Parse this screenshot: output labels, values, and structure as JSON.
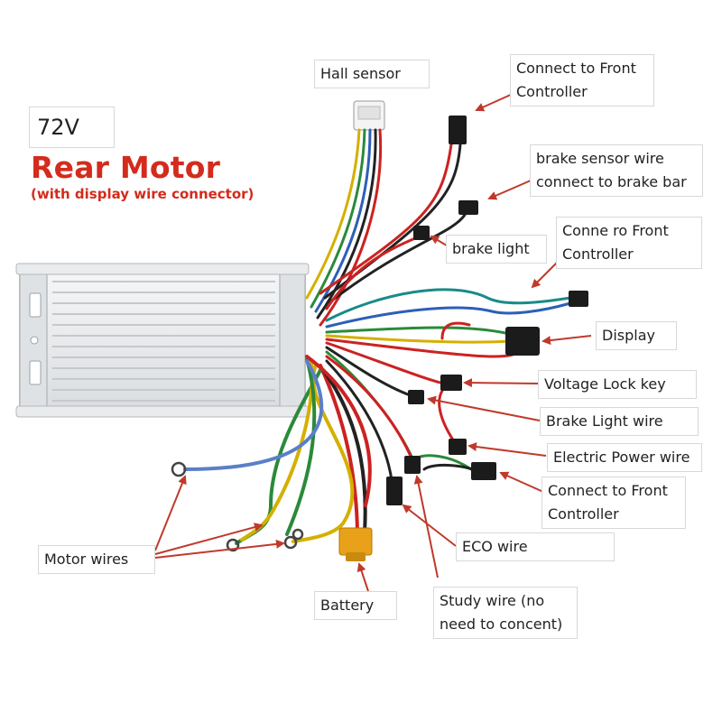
{
  "header": {
    "voltage": "72V",
    "title": "Rear Motor",
    "subtitle": "(with display wire connector)"
  },
  "labels": {
    "hall_sensor": "Hall sensor",
    "connect_front_1": [
      "Connect to Front",
      "Controller"
    ],
    "brake_sensor": [
      "brake sensor wire",
      " connect to brake bar"
    ],
    "brake_light": "brake light",
    "connect_front_2": [
      "Conne     ro Front",
      "Controller"
    ],
    "display": "Display",
    "voltage_lock": "Voltage Lock key",
    "brake_light_wire": "Brake Light wire",
    "electric_power": "Electric Power wire",
    "connect_front_3": [
      "Connect to Front",
      "Controller"
    ],
    "eco_wire": "ECO wire",
    "motor_wires": "Motor wires",
    "battery": "Battery",
    "study_wire": [
      "Study wire (no",
      "need to concent)"
    ]
  },
  "colors": {
    "accent_red": "#d42b1c",
    "arrow": "#c0392b",
    "housing": "#e4e6e8"
  }
}
